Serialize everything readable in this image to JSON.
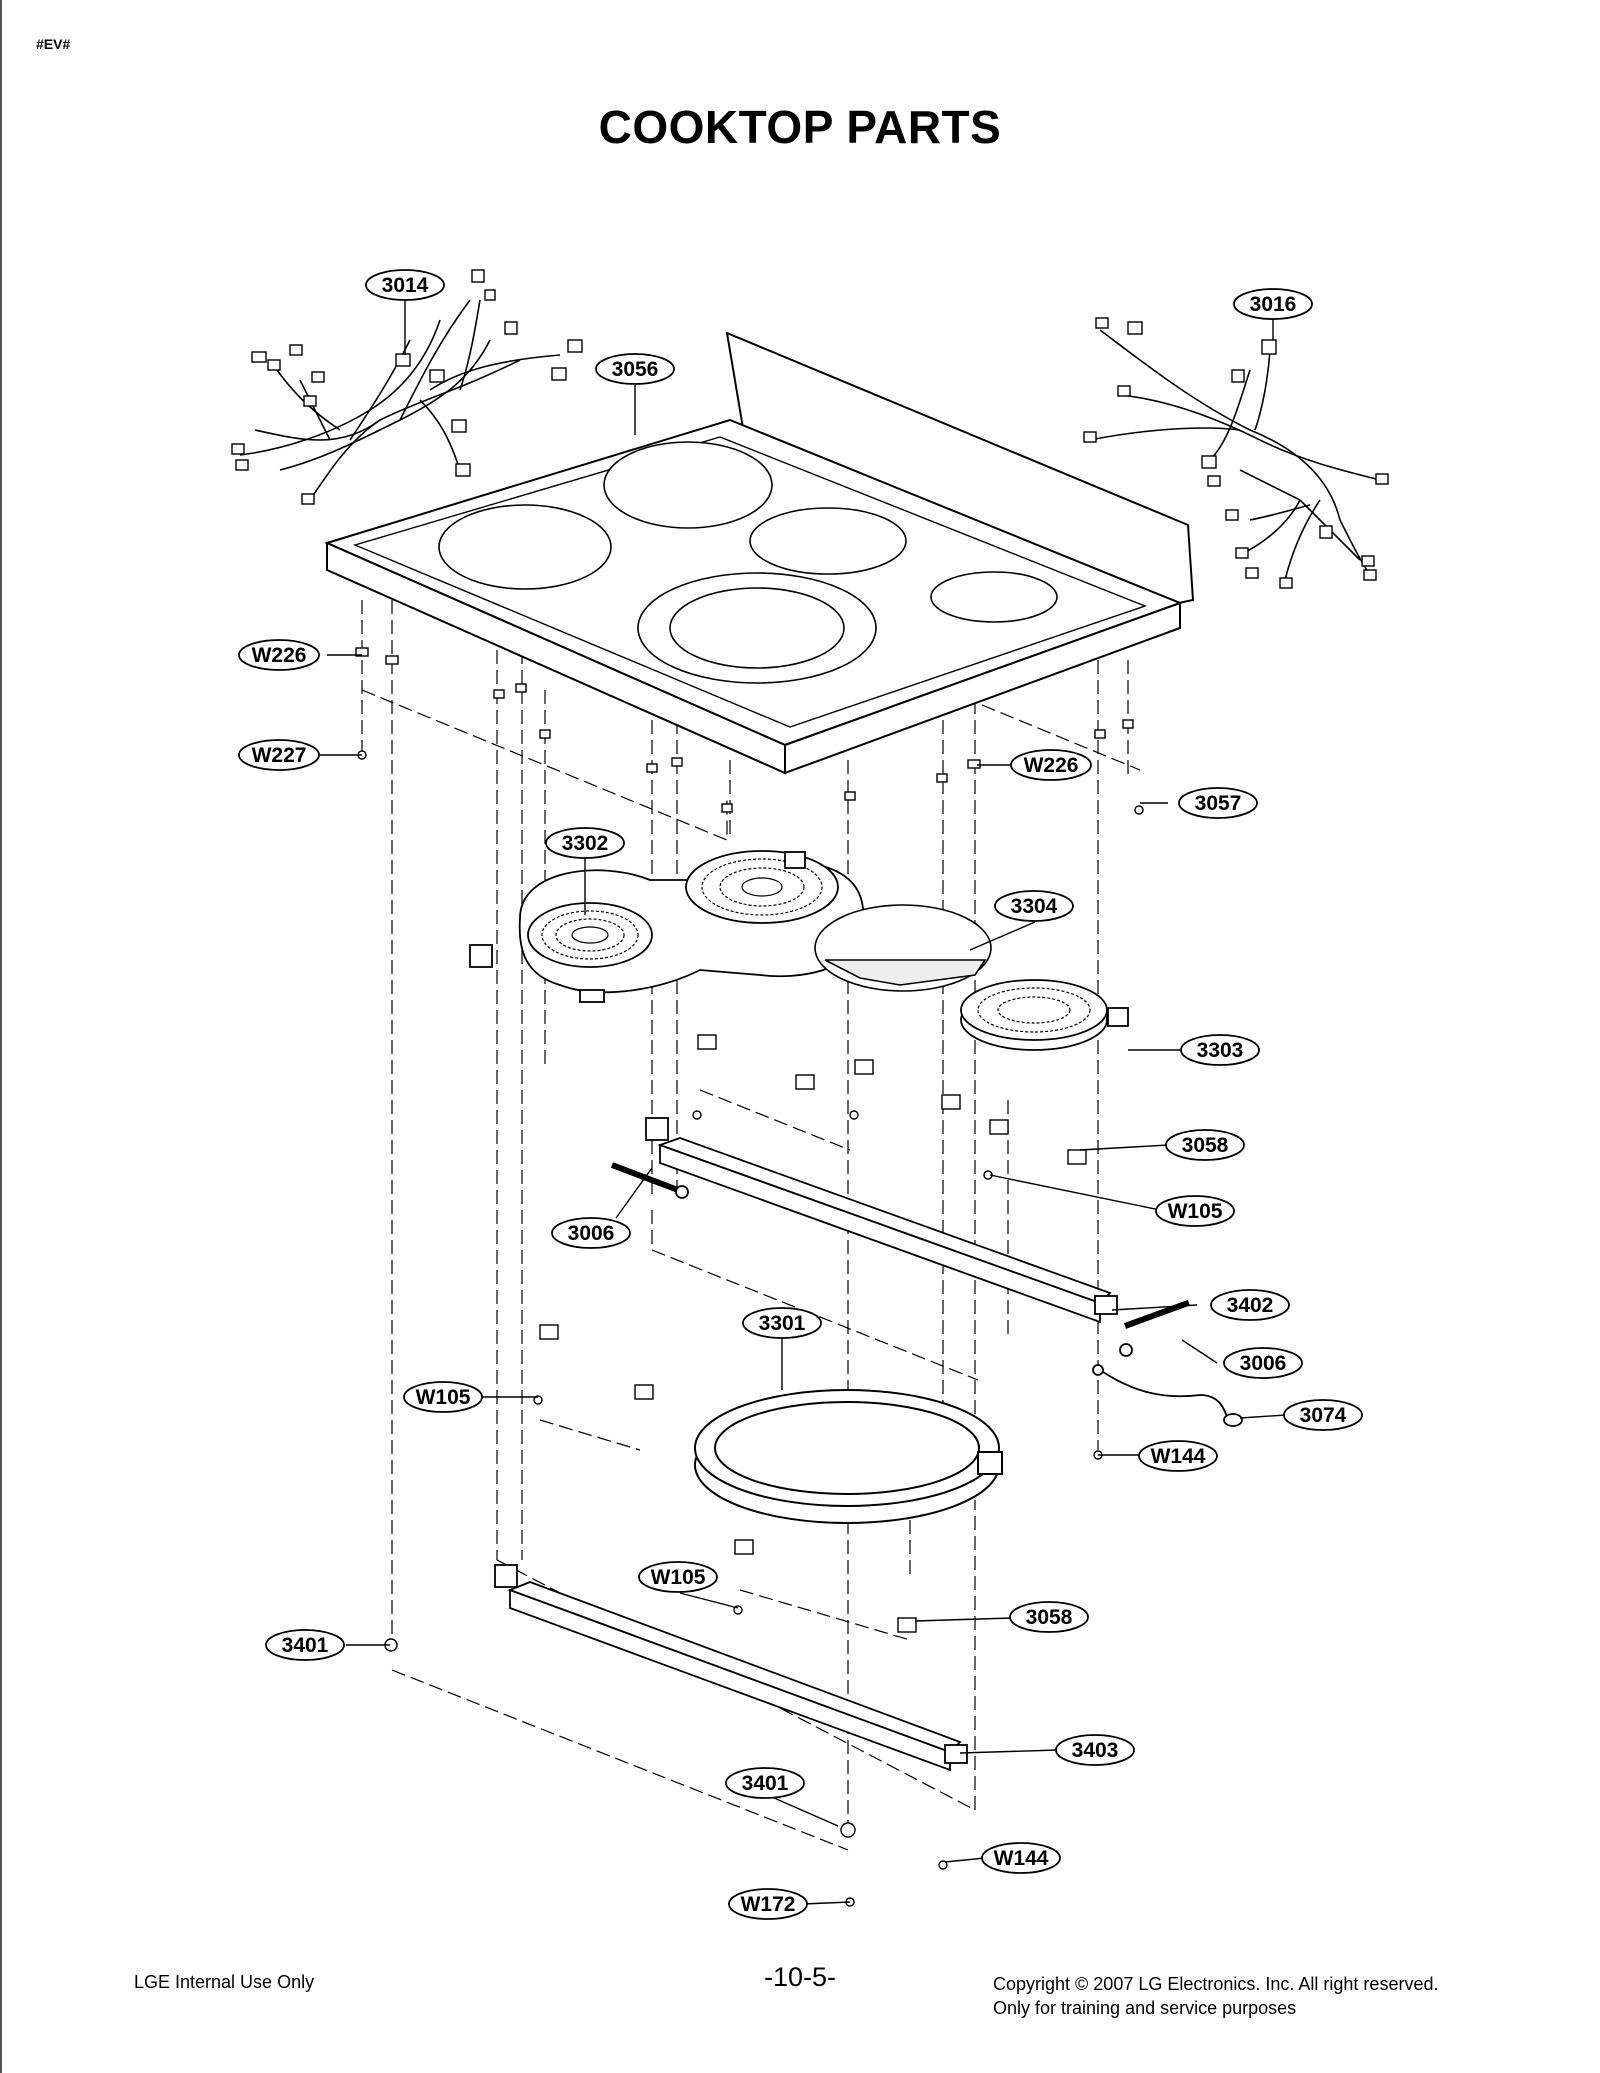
{
  "document": {
    "tag": "#EV#",
    "title": "COOKTOP PARTS",
    "footer": {
      "left": "LGE Internal Use Only",
      "page": "-10-5-",
      "copyright": "Copyright © 2007 LG Electronics. Inc. All right reserved.",
      "note": "Only for training and service purposes"
    }
  },
  "parts": [
    {
      "id": "3014"
    },
    {
      "id": "3016"
    },
    {
      "id": "3056"
    },
    {
      "id": "W226"
    },
    {
      "id": "W227"
    },
    {
      "id": "W226"
    },
    {
      "id": "3057"
    },
    {
      "id": "3302"
    },
    {
      "id": "3304"
    },
    {
      "id": "3303"
    },
    {
      "id": "3058"
    },
    {
      "id": "W105"
    },
    {
      "id": "3006"
    },
    {
      "id": "3402"
    },
    {
      "id": "3301"
    },
    {
      "id": "3006"
    },
    {
      "id": "W105"
    },
    {
      "id": "3074"
    },
    {
      "id": "W144"
    },
    {
      "id": "W105"
    },
    {
      "id": "3058"
    },
    {
      "id": "3401"
    },
    {
      "id": "3403"
    },
    {
      "id": "3401"
    },
    {
      "id": "W144"
    },
    {
      "id": "W172"
    }
  ]
}
